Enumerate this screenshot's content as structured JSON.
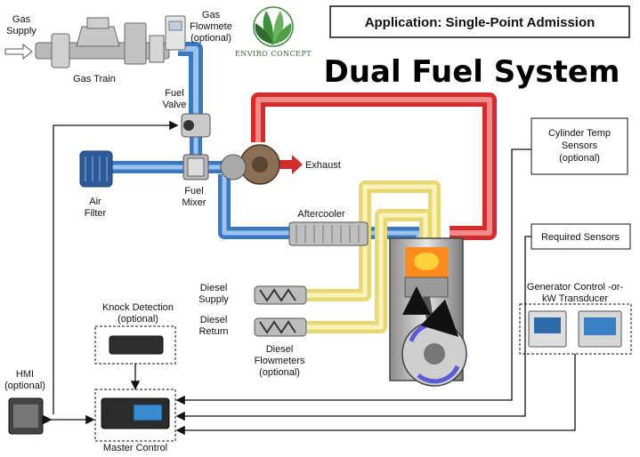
{
  "header": {
    "application_label": "Application: Single-Point Admission",
    "title": "Dual Fuel System",
    "logo_text": "ENVIRO CONCEPT"
  },
  "labels": {
    "gas_supply": [
      "Gas",
      "Supply"
    ],
    "gas_train": "Gas Train",
    "gas_flowmeter": [
      "Gas",
      "Flowmete",
      "(optional)"
    ],
    "fuel_valve": [
      "Fuel",
      "Valve"
    ],
    "fuel_mixer": [
      "Fuel",
      "Mixer"
    ],
    "air_filter": [
      "Air",
      "Filter"
    ],
    "exhaust": "Exhaust",
    "aftercooler": "Aftercooler",
    "diesel_supply": [
      "Diesel",
      "Supply"
    ],
    "diesel_return": [
      "Diesel",
      "Return"
    ],
    "diesel_flowmeters": [
      "Diesel",
      "Flowmeters",
      "(optional)"
    ],
    "knock_detection": [
      "Knock Detection",
      "(optional)"
    ],
    "hmi": [
      "HMI",
      "(optional)"
    ],
    "master_control": "Master Control",
    "cylinder_temp": [
      "Cylinder Temp",
      "Sensors",
      "(optional)"
    ],
    "required_sensors": "Required Sensors",
    "generator_control": [
      "Generator Control -or-",
      "kW Transducer"
    ]
  },
  "colors": {
    "gas_pipe": "#3b78c4",
    "gas_pipe_light": "#9cc3ee",
    "exhaust_pipe": "#d42b2b",
    "exhaust_pipe_light": "#f08a8a",
    "diesel_pipe": "#e8d870",
    "diesel_pipe_light": "#fbf3bd",
    "logo_green": "#3f8f3a"
  }
}
